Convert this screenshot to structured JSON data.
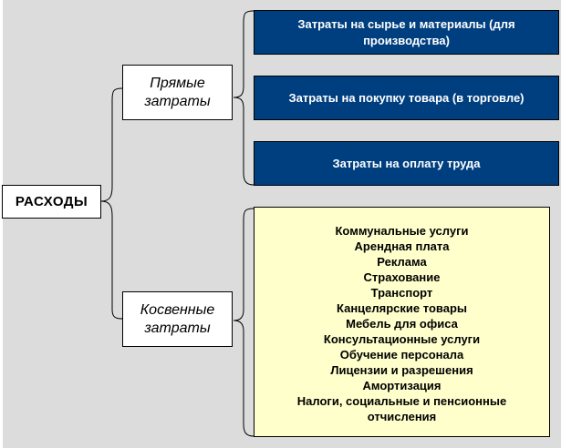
{
  "root": {
    "label": "РАСХОДЫ"
  },
  "direct": {
    "label_line1": "Прямые",
    "label_line2": "затраты",
    "items": [
      "Затраты на сырье и материалы (для производства)",
      "Затраты на покупку товара (в торговле)",
      "Затраты на оплату труда"
    ]
  },
  "indirect": {
    "label_line1": "Косвенные",
    "label_line2": "затраты",
    "items": [
      "Коммунальные услуги",
      "Арендная плата",
      "Реклама",
      "Страхование",
      "Транспорт",
      "Канцелярские товары",
      "Мебель для офиса",
      "Консультационные услуги",
      "Обучение персонала",
      "Лицензии и разрешения",
      "Амортизация",
      "Налоги, социальные и пенсионные отчисления"
    ]
  },
  "colors": {
    "background": "#dcdcdc",
    "direct_box": "#003f7f",
    "indirect_box": "#ffffcc"
  }
}
